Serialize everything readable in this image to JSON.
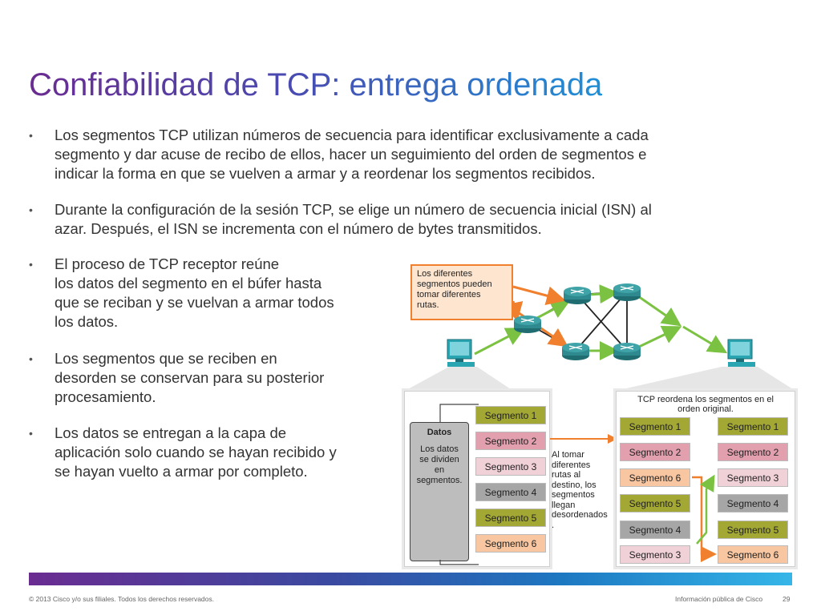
{
  "title": "Confiabilidad de TCP: entrega ordenada",
  "bullets": [
    {
      "lines": [
        "Los segmentos TCP utilizan números de secuencia para identificar exclusivamente a cada",
        "segmento y dar acuse de recibo de ellos, hacer un seguimiento del orden de segmentos e",
        "indicar la forma en que se vuelven a armar y a reordenar los segmentos recibidos."
      ]
    },
    {
      "lines": [
        "Durante la configuración de la sesión TCP, se elige un número de secuencia inicial (ISN) al",
        "azar. Después, el ISN se incrementa con el número de bytes transmitidos."
      ]
    },
    {
      "lines": [
        "El proceso de TCP receptor reúne",
        "los datos del segmento en el búfer hasta",
        "que se reciban y se vuelvan a armar todos",
        "los datos."
      ]
    },
    {
      "lines": [
        "Los segmentos que se reciben en",
        "desorden se conservan para su posterior",
        "procesamiento."
      ]
    },
    {
      "lines": [
        "Los datos se entregan a la capa de",
        "aplicación solo cuando se hayan recibido y",
        "se hayan vuelto a armar por completo."
      ]
    }
  ],
  "bullet_symbol": "•",
  "figure": {
    "callout_lines": [
      "Los diferentes",
      "segmentos pueden",
      "tomar diferentes",
      "rutas."
    ],
    "datos_title": "Datos",
    "datos_lines": [
      "Los datos",
      "se dividen",
      "en",
      "segmentos."
    ],
    "left_segments": [
      "Segmento 1",
      "Segmento 2",
      "Segmento 3",
      "Segmento 4",
      "Segmento 5",
      "Segmento 6"
    ],
    "middle_note_lines": [
      "Al tomar",
      "diferentes",
      "rutas al",
      "destino, los",
      "segmentos",
      "llegan",
      "desordenados",
      "."
    ],
    "reorder_title_lines": [
      "TCP reordena los segmentos en el",
      "orden original."
    ],
    "received_segments": [
      "Segmento 1",
      "Segmento 2",
      "Segmento 6",
      "Segmento 5",
      "Segmento 4",
      "Segmento 3"
    ],
    "ordered_segments": [
      "Segmento 1",
      "Segmento 2",
      "Segmento 3",
      "Segmento 4",
      "Segmento 5",
      "Segmento 6"
    ],
    "colors": {
      "orange": "#f07f2e",
      "green": "#7cc242",
      "router": "#2e8a8e",
      "pc": "#2aa6b3"
    }
  },
  "footer": {
    "copyright": "© 2013 Cisco y/o sus filiales. Todos los derechos reservados.",
    "classification": "Información pública de Cisco",
    "page": "29"
  }
}
